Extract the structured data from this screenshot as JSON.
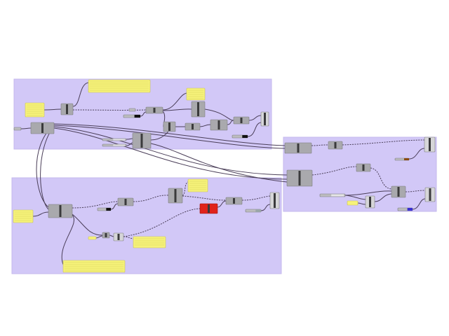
{
  "canvas": {
    "background": "#ffffff",
    "group_color": "#d2c8f7",
    "group_border": "#c4b8ee",
    "node_color": "#a9a9ad",
    "node_border": "#7d7d80",
    "panel_color": "#f6f27a",
    "panel_border": "#c9c35a",
    "error_node_color": "#e0231b",
    "wire_color": "#4a3e58",
    "swatches": {
      "black": "#111111",
      "brown": "#8a4a12",
      "blue": "#3a2fd0",
      "grey": "#9aa6a8"
    }
  },
  "groups": [
    {
      "id": "group-top-left"
    },
    {
      "id": "group-bottom-left"
    },
    {
      "id": "group-right"
    }
  ]
}
